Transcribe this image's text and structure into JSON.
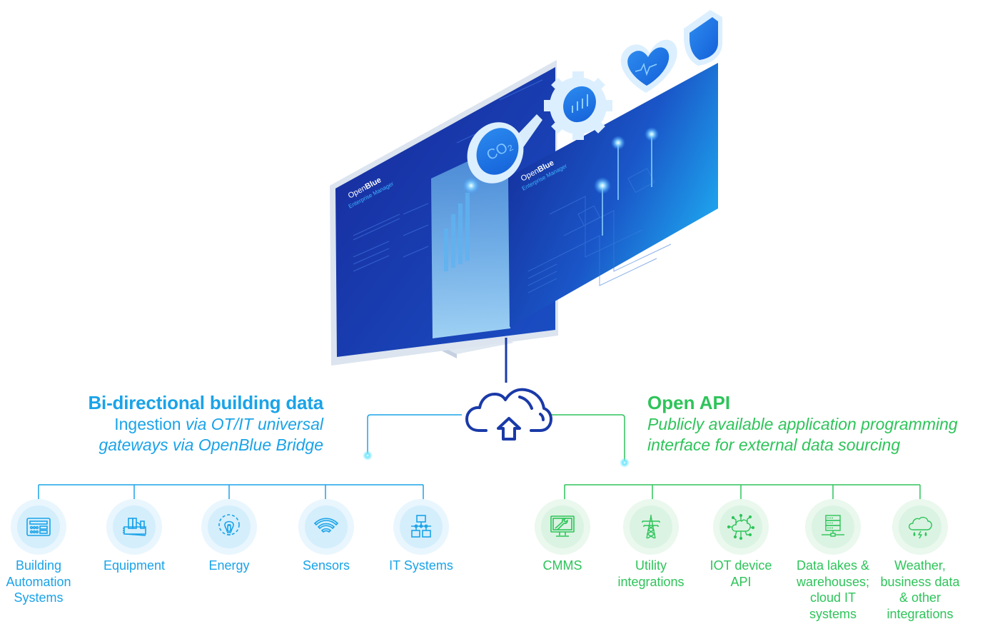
{
  "colors": {
    "blue_accent": "#1aa3e8",
    "green_accent": "#2ec45a",
    "navy": "#1a3aa8",
    "screen_dark": "#142a8c",
    "screen_light": "#1e90e8"
  },
  "illustration": {
    "screen_brand_line1_regular": "Open",
    "screen_brand_line1_bold": "Blue",
    "screen_brand_line2": "Enterprise Manager",
    "floating_icons": [
      "co2-icon",
      "gear-chart-icon",
      "heart-pulse-icon",
      "shield-icon"
    ],
    "co2_label": "CO₂"
  },
  "center": {
    "icon": "cloud-upload-icon"
  },
  "left": {
    "title": "Bi-directional building data",
    "subtitle_line1_regular": "Ingestion ",
    "subtitle_line1_italic": "via OT/IT universal",
    "subtitle_line2_italic": "gateways via OpenBlue Bridge",
    "items": [
      {
        "icon": "control-panel-icon",
        "label_lines": [
          "Building",
          "Automation",
          "Systems"
        ]
      },
      {
        "icon": "equipment-icon",
        "label_lines": [
          "Equipment"
        ]
      },
      {
        "icon": "lightbulb-icon",
        "label_lines": [
          "Energy"
        ]
      },
      {
        "icon": "wireless-signal-icon",
        "label_lines": [
          "Sensors"
        ]
      },
      {
        "icon": "network-hierarchy-icon",
        "label_lines": [
          "IT Systems"
        ]
      }
    ]
  },
  "right": {
    "title": "Open API",
    "subtitle_line1": "Publicly available application programming",
    "subtitle_line2": "interface for external data sourcing",
    "items": [
      {
        "icon": "monitor-wrench-icon",
        "label_lines": [
          "CMMS"
        ]
      },
      {
        "icon": "power-tower-icon",
        "label_lines": [
          "Utility",
          "integrations"
        ]
      },
      {
        "icon": "iot-cloud-icon",
        "label_lines": [
          "IOT device",
          "API"
        ]
      },
      {
        "icon": "server-stack-icon",
        "label_lines": [
          "Data lakes &",
          "warehouses;",
          "cloud IT",
          "systems"
        ]
      },
      {
        "icon": "weather-cloud-icon",
        "label_lines": [
          "Weather,",
          "business data",
          "& other",
          "integrations"
        ]
      }
    ]
  }
}
